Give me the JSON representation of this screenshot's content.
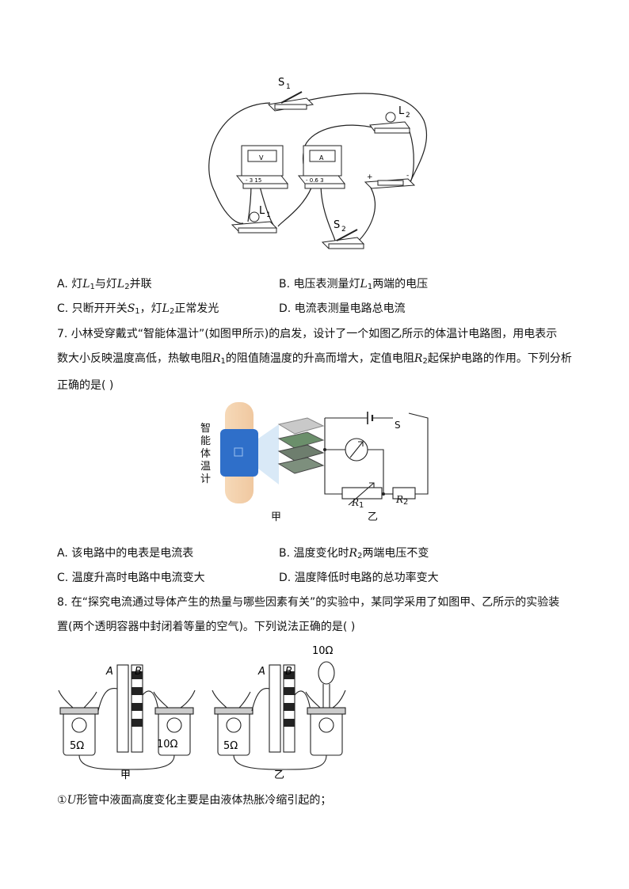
{
  "q6": {
    "figure_labels": {
      "s1": "S",
      "s1_sub": "1",
      "l2": "L",
      "l2_sub": "2",
      "l1": "L",
      "l1_sub": "1",
      "s2": "S",
      "s2_sub": "2",
      "voltmeter": "V",
      "ammeter": "A",
      "meter_terminals": "- 3 15",
      "ammeter_terminals": "- 0.6 3",
      "battery_plus": "+",
      "battery_minus": "-"
    },
    "options": {
      "a_prefix": "A. 灯",
      "a_l1": "L",
      "a_l1_sub": "1",
      "a_mid": "与灯",
      "a_l2": "L",
      "a_l2_sub": "2",
      "a_suffix": "并联",
      "b_prefix": "B. 电压表测量灯",
      "b_l1": "L",
      "b_l1_sub": "1",
      "b_suffix": "两端的电压",
      "c_prefix": "C. 只断开开关",
      "c_s1": "S",
      "c_s1_sub": "1",
      "c_mid": "，灯",
      "c_l2": "L",
      "c_l2_sub": "2",
      "c_suffix": "正常发光",
      "d": "D. 电流表测量电路总电流"
    }
  },
  "q7": {
    "stem_1": "7. 小林受穿戴式“智能体温计”(如图甲所示)的启发，设计了一个如图乙所示的体温计电路图，用电表示",
    "stem_2a": "数大小反映温度高低，热敏电阻",
    "stem_2b": "的阻值随温度的升高而增大，定值电阻",
    "stem_2c": "起保护电路的作用。下列分析",
    "stem_3": "正确的是(    )",
    "r1": "R",
    "r1_sub": "1",
    "r2": "R",
    "r2_sub": "2",
    "figure_left_vertical": "智能体温计",
    "caption_left": "甲",
    "caption_right": "乙",
    "switch_label": "S",
    "options": {
      "a": "A. 该电路中的电表是电流表",
      "b_prefix": "B. 温度变化时",
      "b_suffix": "两端电压不变",
      "c": "C. 温度升高时电路中电流变大",
      "d": "D. 温度降低时电路的总功率变大"
    }
  },
  "q8": {
    "stem_1": "8. 在“探究电流通过导体产生的热量与哪些因素有关”的实验中，某同学采用了如图甲、乙所示的实验装",
    "stem_2": "置(两个透明容器中封闭着等量的空气)。下列说法正确的是(    )",
    "fig_labels": {
      "a": "A",
      "b": "B",
      "r5": "5Ω",
      "r10": "10Ω",
      "r10_top": "10Ω",
      "caption_left": "甲",
      "caption_right": "乙"
    },
    "statement_1_num": "①",
    "statement_1_u": "U",
    "statement_1_text": "形管中液面高度变化主要是由液体热胀冷缩引起的；"
  }
}
